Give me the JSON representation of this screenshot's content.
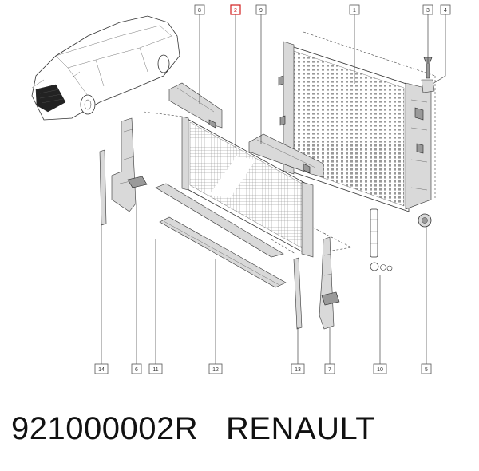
{
  "callouts": [
    {
      "label": "1",
      "highlight": false
    },
    {
      "label": "2",
      "highlight": true
    },
    {
      "label": "3",
      "highlight": false
    },
    {
      "label": "4",
      "highlight": false
    },
    {
      "label": "5",
      "highlight": false
    },
    {
      "label": "6",
      "highlight": false
    },
    {
      "label": "7",
      "highlight": false
    },
    {
      "label": "8",
      "highlight": false
    },
    {
      "label": "9",
      "highlight": false
    },
    {
      "label": "10",
      "highlight": false
    },
    {
      "label": "11",
      "highlight": false
    },
    {
      "label": "12",
      "highlight": false
    },
    {
      "label": "13",
      "highlight": false
    },
    {
      "label": "14",
      "highlight": false
    }
  ],
  "caption": {
    "part_number": "921000002R",
    "brand": "RENAULT"
  },
  "colors": {
    "highlight": "#d11f1f",
    "line": "#333333"
  }
}
